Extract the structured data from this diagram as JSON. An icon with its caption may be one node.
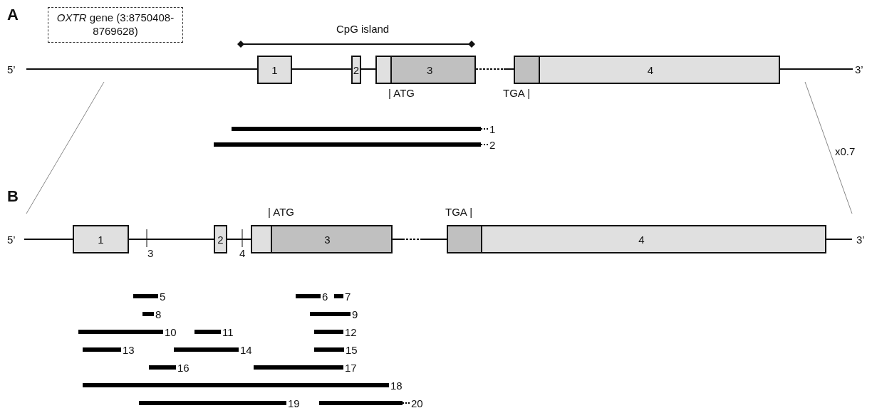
{
  "diagram": {
    "nodes": [
      {
        "text": [
          "*OXTR* gene (3:8750408-8769628)"
        ]
      },
      {
        "text": [
          "1"
        ]
      },
      {
        "text": [
          "2"
        ]
      },
      {
        "text": [
          "3"
        ]
      },
      {
        "text": [
          "4"
        ]
      },
      {
        "text": [],
        "shape": "bar",
        "beside": [
          "1"
        ]
      },
      {
        "text": [],
        "shape": "bar",
        "beside": [
          "2"
        ]
      },
      {
        "text": [
          "1"
        ]
      },
      {
        "text": [
          "2"
        ]
      },
      {
        "text": [
          "3"
        ]
      },
      {
        "text": [
          "4"
        ]
      },
      {
        "text": [],
        "shape": "bar",
        "beside": [
          "5"
        ]
      },
      {
        "text": [],
        "shape": "bar",
        "beside": [
          "6"
        ]
      },
      {
        "text": [],
        "shape": "bar",
        "beside": [
          "7"
        ]
      },
      {
        "text": [],
        "shape": "bar",
        "beside": [
          "8"
        ]
      },
      {
        "text": [],
        "shape": "bar",
        "beside": [
          "9"
        ]
      },
      {
        "text": [],
        "shape": "bar",
        "beside": [
          "10"
        ]
      },
      {
        "text": [],
        "shape": "bar",
        "beside": [
          "11"
        ]
      },
      {
        "text": [],
        "shape": "bar",
        "beside": [
          "12"
        ]
      },
      {
        "text": [],
        "shape": "bar",
        "beside": [
          "13"
        ]
      },
      {
        "text": [],
        "shape": "bar",
        "beside": [
          "14"
        ]
      },
      {
        "text": [],
        "shape": "bar",
        "beside": [
          "15"
        ]
      },
      {
        "text": [],
        "shape": "bar",
        "beside": [
          "16"
        ]
      },
      {
        "text": [],
        "shape": "bar",
        "beside": [
          "17"
        ]
      },
      {
        "text": [],
        "shape": "bar",
        "beside": [
          "18"
        ]
      },
      {
        "text": [],
        "shape": "bar",
        "beside": [
          "19"
        ]
      },
      {
        "text": [],
        "shape": "bar",
        "beside": [
          "20"
        ]
      }
    ],
    "labels": [
      "A",
      "CpG island",
      "5’",
      "3’",
      "| ATG",
      "TGA |",
      "x0.7",
      "B",
      "| ATG",
      "TGA |",
      "5’",
      "3’",
      "3",
      "4"
    ]
  }
}
